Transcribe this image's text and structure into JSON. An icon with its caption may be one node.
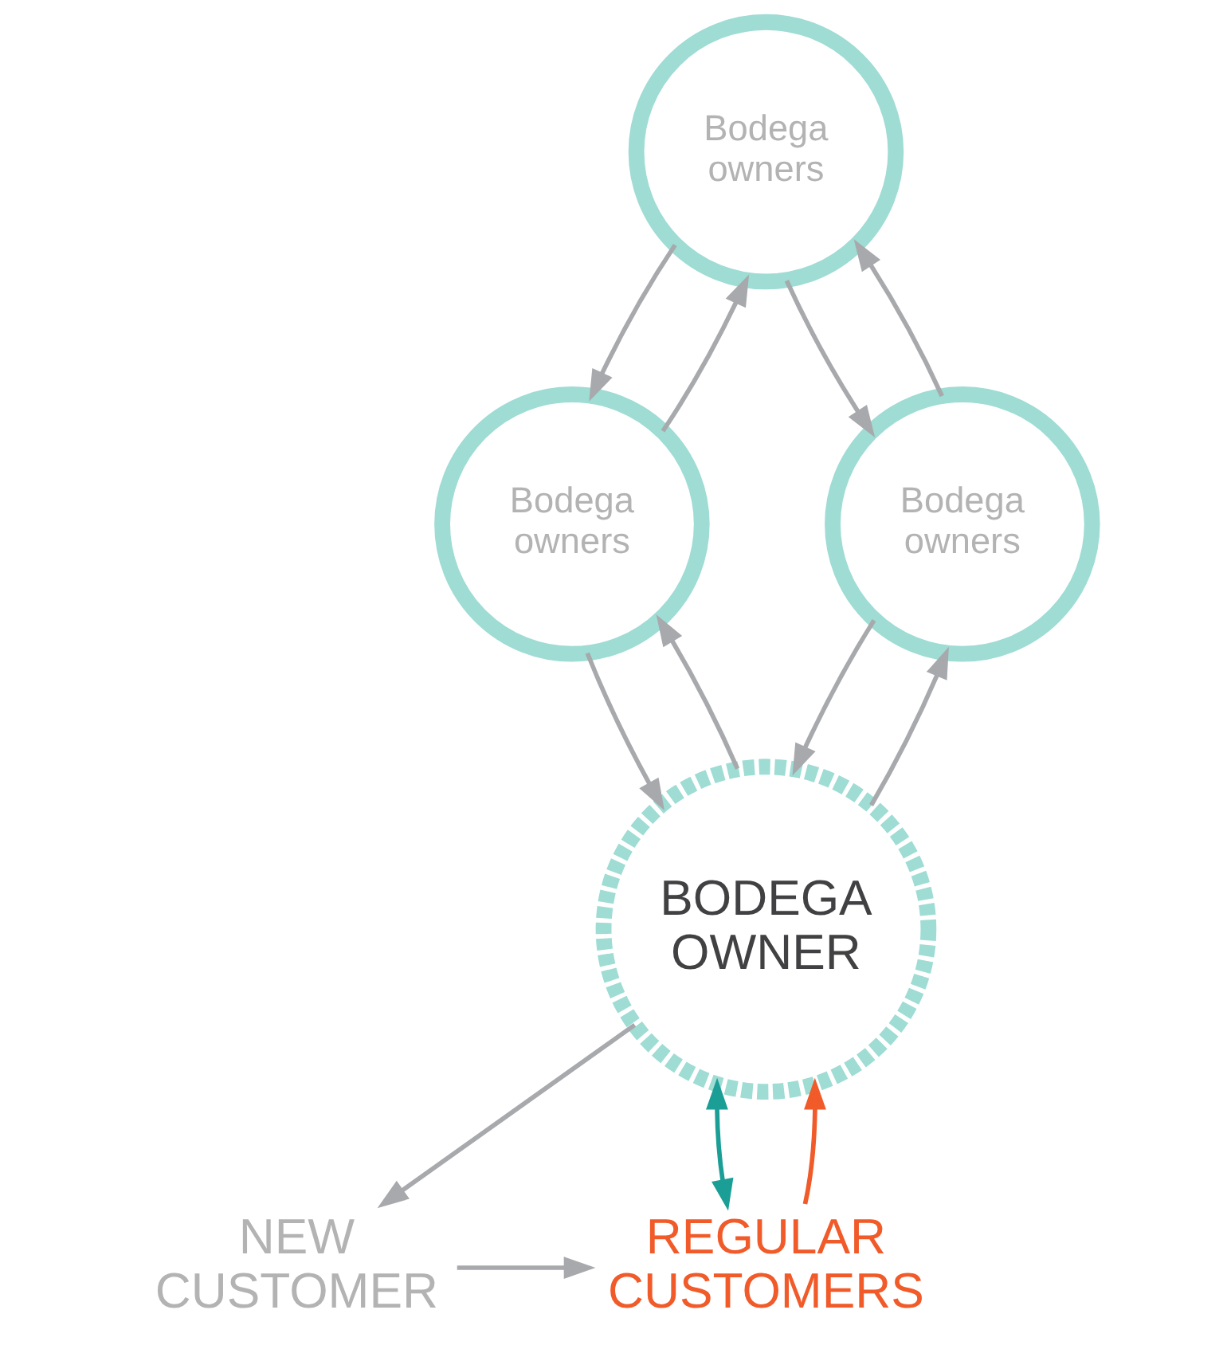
{
  "diagram": {
    "nodes": [
      {
        "text": [
          "Bodega owners"
        ]
      },
      {
        "text": [
          "Bodega owners"
        ]
      },
      {
        "text": [
          "Bodega owners"
        ]
      },
      {
        "text": [
          "BODEGA OWNER"
        ]
      },
      {
        "text": [
          "NEW CUSTOMER"
        ]
      },
      {
        "text": [
          "REGULAR CUSTOMERS"
        ]
      }
    ],
    "edges": [
      {
        "from": 0,
        "to": 1,
        "arrow": "to"
      },
      {
        "from": 1,
        "to": 0,
        "arrow": "to"
      },
      {
        "from": 0,
        "to": 2,
        "arrow": "to"
      },
      {
        "from": 2,
        "to": 0,
        "arrow": "to"
      },
      {
        "from": 1,
        "to": 3,
        "arrow": "to"
      },
      {
        "from": 3,
        "to": 1,
        "arrow": "to"
      },
      {
        "from": 2,
        "to": 3,
        "arrow": "to"
      },
      {
        "from": 3,
        "to": 2,
        "arrow": "to"
      },
      {
        "from": 3,
        "to": 4,
        "arrow": "to"
      },
      {
        "from": 4,
        "to": 5,
        "arrow": "to"
      },
      {
        "from": 5,
        "to": 3,
        "arrow": "to",
        "color": "#f15a29"
      },
      {
        "from": 3,
        "to": 5,
        "arrow": "both",
        "color": "#1a9e96"
      }
    ]
  }
}
